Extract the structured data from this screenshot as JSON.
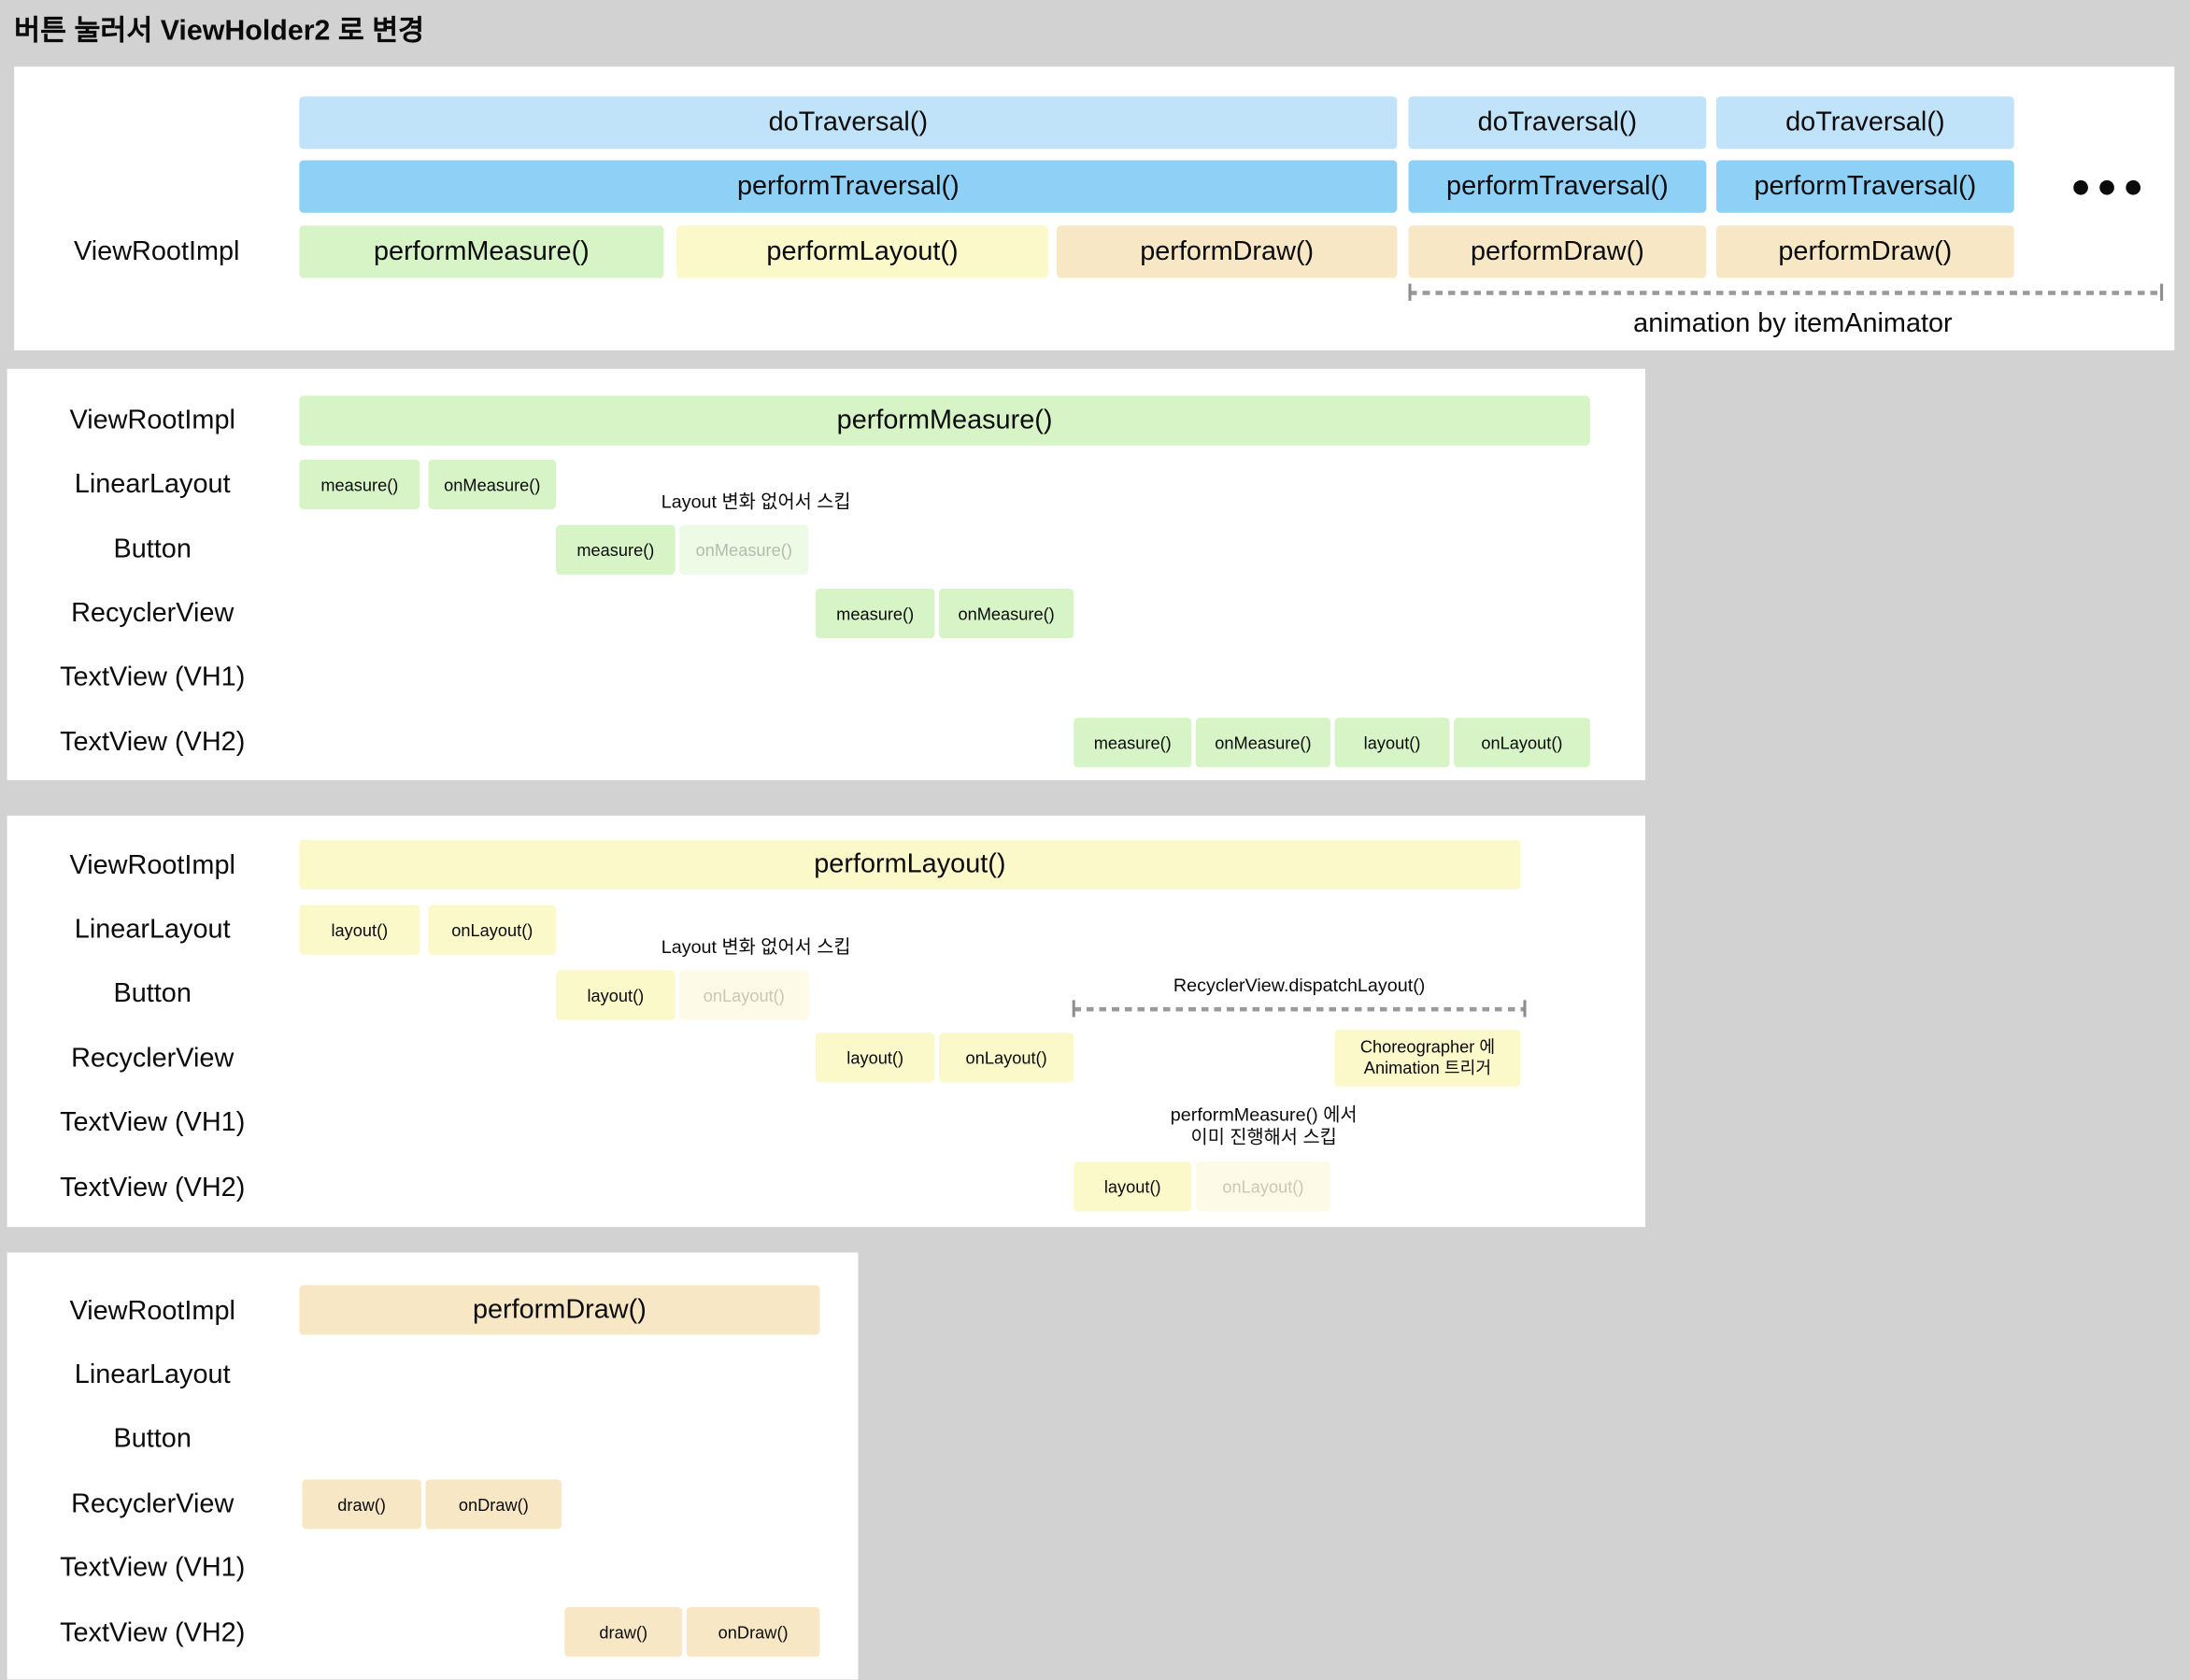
{
  "title": "버튼 눌러서 ViewHolder2 로 변경",
  "colors": {
    "background": "#d2d2d2",
    "panel": "#ffffff",
    "do_traversal_blue": "#c0e3fa",
    "perform_traversal_blue": "#8ed0f6",
    "measure_green": "#d6f4c5",
    "skipped_green": "#edfae5",
    "layout_yellow": "#fbf8c9",
    "skipped_yellow": "#fdfbe8",
    "draw_tan": "#f8e7c5",
    "skipped_text_gray": "#b3bcae"
  },
  "panel_traversal": {
    "row_label": "ViewRootImpl",
    "frames": [
      {
        "do_traversal": "doTraversal()",
        "perform_traversal": "performTraversal()",
        "perform_measure": "performMeasure()",
        "perform_layout": "performLayout()",
        "perform_draw": "performDraw()"
      },
      {
        "do_traversal": "doTraversal()",
        "perform_traversal": "performTraversal()",
        "perform_draw": "performDraw()"
      },
      {
        "do_traversal": "doTraversal()",
        "perform_traversal": "performTraversal()",
        "perform_draw": "performDraw()"
      }
    ],
    "ellipsis": "●●●",
    "animation_note": "animation by itemAnimator"
  },
  "panel_measure": {
    "bar": "performMeasure()",
    "rows": [
      "ViewRootImpl",
      "LinearLayout",
      "Button",
      "RecyclerView",
      "TextView (VH1)",
      "TextView (VH2)"
    ],
    "linear_layout": {
      "measure": "measure()",
      "on_measure": "onMeasure()"
    },
    "skip_note": "Layout 변화 없어서 스킵",
    "button": {
      "measure": "measure()",
      "on_measure_skipped": "onMeasure()"
    },
    "recycler_view": {
      "measure": "measure()",
      "on_measure": "onMeasure()"
    },
    "text_view_vh2": {
      "measure": "measure()",
      "on_measure": "onMeasure()",
      "layout": "layout()",
      "on_layout": "onLayout()"
    }
  },
  "panel_layout": {
    "bar": "performLayout()",
    "rows": [
      "ViewRootImpl",
      "LinearLayout",
      "Button",
      "RecyclerView",
      "TextView (VH1)",
      "TextView (VH2)"
    ],
    "linear_layout": {
      "layout": "layout()",
      "on_layout": "onLayout()"
    },
    "skip_note": "Layout 변화 없어서 스킵",
    "button": {
      "layout": "layout()",
      "on_layout_skipped": "onLayout()"
    },
    "dispatch_note": "RecyclerView.dispatchLayout()",
    "recycler_view": {
      "layout": "layout()",
      "on_layout": "onLayout()"
    },
    "choreographer_note_line1": "Choreographer 에",
    "choreographer_note_line2": "Animation 트리거",
    "vh1_skip_note_line1": "performMeasure() 에서",
    "vh1_skip_note_line2": "이미 진행해서 스킵",
    "text_view_vh2": {
      "layout": "layout()",
      "on_layout_skipped": "onLayout()"
    }
  },
  "panel_draw": {
    "bar": "performDraw()",
    "rows": [
      "ViewRootImpl",
      "LinearLayout",
      "Button",
      "RecyclerView",
      "TextView (VH1)",
      "TextView (VH2)"
    ],
    "recycler_view": {
      "draw": "draw()",
      "on_draw": "onDraw()"
    },
    "text_view_vh2": {
      "draw": "draw()",
      "on_draw": "onDraw()"
    }
  }
}
